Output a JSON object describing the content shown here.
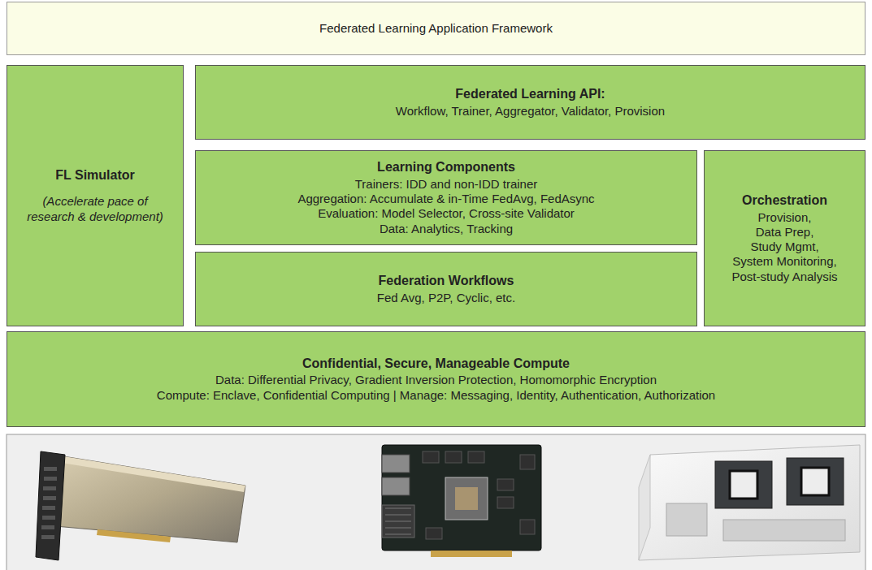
{
  "diagram": {
    "nodes": [
      {
        "text": [
          "Federated Learning Application Framework"
        ]
      },
      {
        "text": [
          "FL Simulator",
          "(Accelerate pace of research & development)"
        ]
      },
      {
        "text": [
          "Federated Learning API:",
          "Workflow, Trainer, Aggregator, Validator, Provision"
        ]
      },
      {
        "text": [
          "Learning Components",
          "Trainers: IDD and non-IDD trainer",
          "Aggregation: Accumulate & in-Time FedAvg, FedAsync",
          "Evaluation:  Model Selector, Cross-site Validator",
          "Data: Analytics, Tracking"
        ]
      },
      {
        "text": [
          "Orchestration",
          "Provision,",
          "Data Prep,",
          "Study Mgmt,",
          "System Monitoring,",
          "Post-study Analysis"
        ]
      },
      {
        "text": [
          "Federation Workflows",
          "Fed Avg, P2P, Cyclic, etc."
        ]
      },
      {
        "text": [
          "Confidential, Secure, Manageable Compute",
          "Data: Differential Privacy, Gradient Inversion Protection, Homomorphic Encryption",
          "Compute: Enclave, Confidential Computing | Manage: Messaging, Identity, Authentication, Authorization"
        ]
      }
    ]
  }
}
